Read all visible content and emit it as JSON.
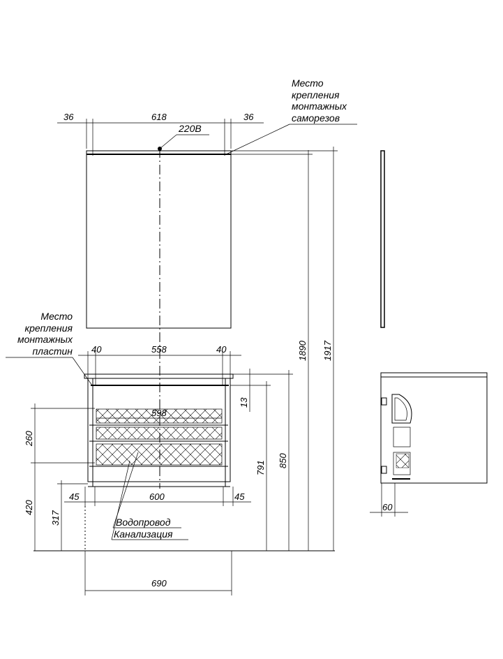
{
  "labels": {
    "mirror_mount": [
      "Место",
      "крепления",
      "монтажных",
      "саморезов"
    ],
    "cabinet_mount": [
      "Место",
      "крепления",
      "монтажных",
      "пластин"
    ],
    "power": "220В",
    "water": "Водопровод",
    "sewer": "Канализация"
  },
  "dims": {
    "mirror_left": "36",
    "mirror_mid": "618",
    "mirror_right": "36",
    "cab_left": "40",
    "cab_mid": "558",
    "cab_right": "40",
    "inner": "598",
    "bottom_left": "45",
    "bottom_mid": "600",
    "bottom_right": "45",
    "width": "690",
    "h13": "13",
    "h791": "791",
    "h850": "850",
    "h1890": "1890",
    "h1917": "1917",
    "h260": "260",
    "h420": "420",
    "h317": "317",
    "depth60": "60"
  }
}
